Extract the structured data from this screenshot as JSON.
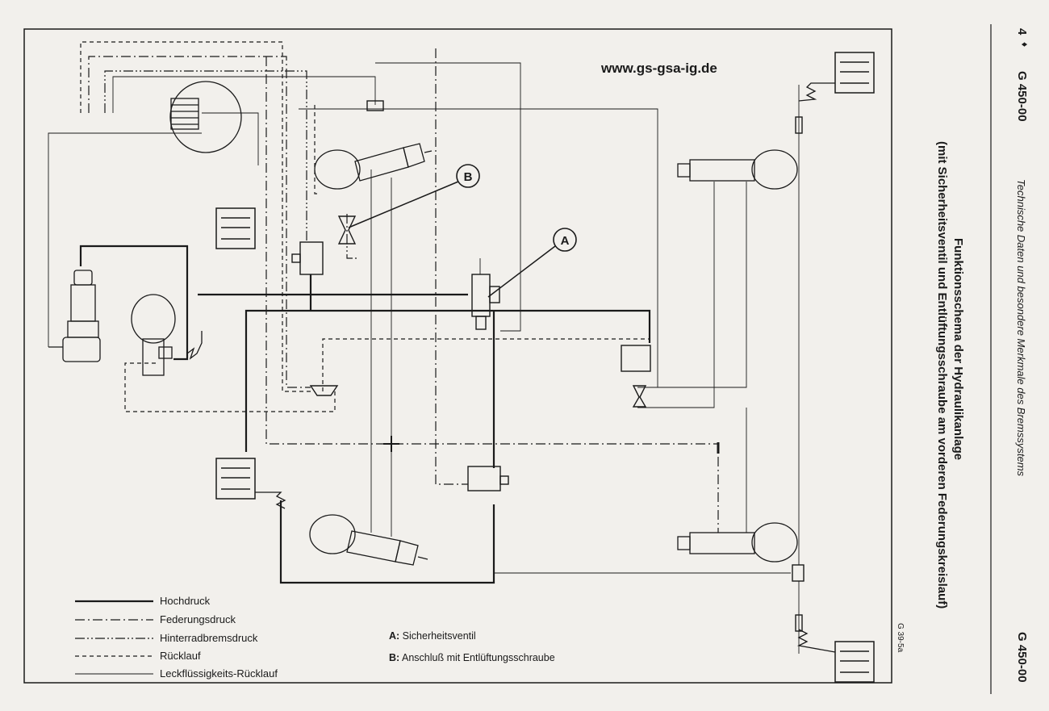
{
  "website": "www.gs-gsa-ig.de",
  "header": {
    "page_number": "4",
    "code_top": "G 450-00",
    "code_bottom": "G 450-00",
    "subtitle_italic": "Technische Daten und besondere Merkmale des Bremssystems"
  },
  "title": {
    "line1": "Funktionsschema der Hydraulikanlage",
    "line2": "(mit Sicherheitsventil und Entlüftungsschraube am vorderen Federungskreislauf)"
  },
  "figure_ref": "G 39-5a",
  "callouts": {
    "a": "A",
    "b": "B"
  },
  "legend": [
    {
      "label": "Hochdruck",
      "style": "solid-thick"
    },
    {
      "label": "Federungsdruck",
      "style": "dash-dot"
    },
    {
      "label": "Hinterradbremsdruck",
      "style": "dash-dot-dot"
    },
    {
      "label": "Rücklauf",
      "style": "dashed"
    },
    {
      "label": "Leckflüssigkeits-Rücklauf",
      "style": "thin"
    }
  ],
  "notes": [
    {
      "key": "A:",
      "text": " Sicherheitsventil"
    },
    {
      "key": "B:",
      "text": " Anschluß mit Entlüftungsschraube"
    }
  ],
  "colors": {
    "paper": "#f2f0ec",
    "ink": "#1a1a1a"
  }
}
